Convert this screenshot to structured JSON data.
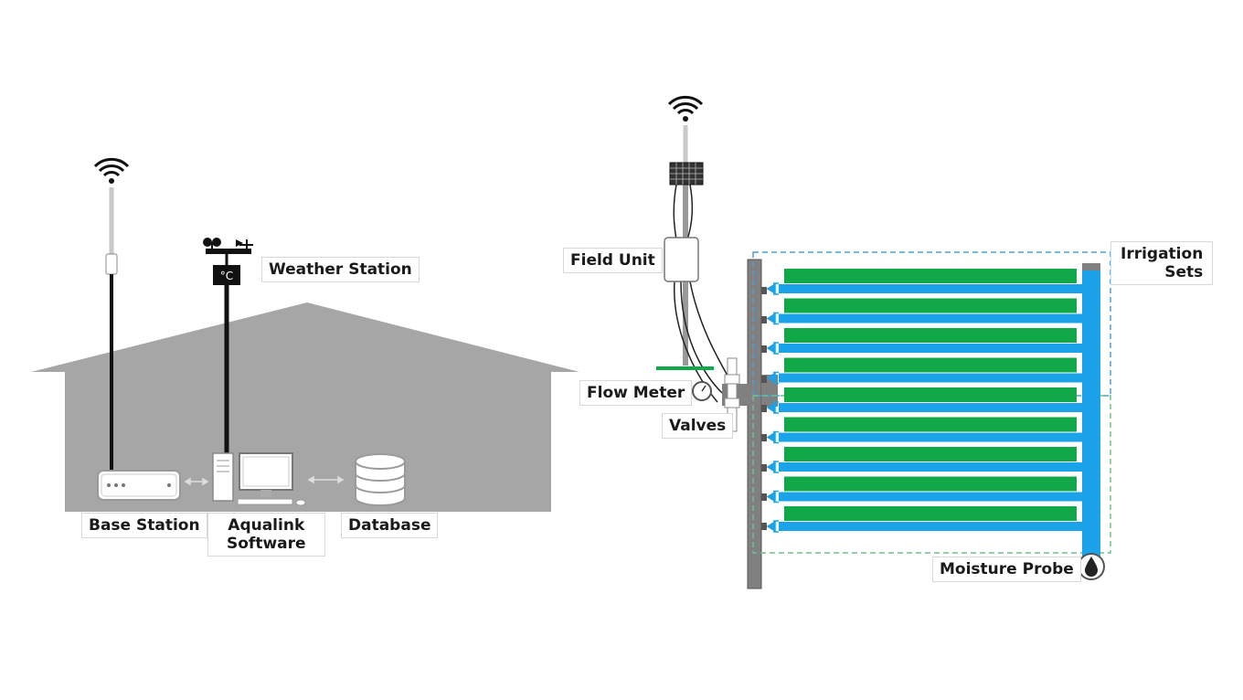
{
  "labels": {
    "weather_station": "Weather Station",
    "base_station": "Base Station",
    "software_line1": "Aqualink",
    "software_line2": "Software",
    "database": "Database",
    "field_unit": "Field Unit",
    "flow_meter": "Flow Meter",
    "valves": "Valves",
    "irrigation_line1": "Irrigation",
    "irrigation_line2": "Sets",
    "moisture_probe": "Moisture Probe",
    "temp_unit": "°C"
  },
  "colors": {
    "building": "#a6a6a6",
    "crop": "#11a84a",
    "water": "#1aa3e8",
    "pipe": "#7f7f7f",
    "dashed_zone": "#4a9fd8",
    "dashed_zone_lower": "#6fbf8f"
  },
  "icons": [
    "wifi-icon",
    "solar-panel-icon",
    "anemometer-icon",
    "monitor-icon",
    "database-icon",
    "water-drop-icon",
    "gauge-icon"
  ]
}
